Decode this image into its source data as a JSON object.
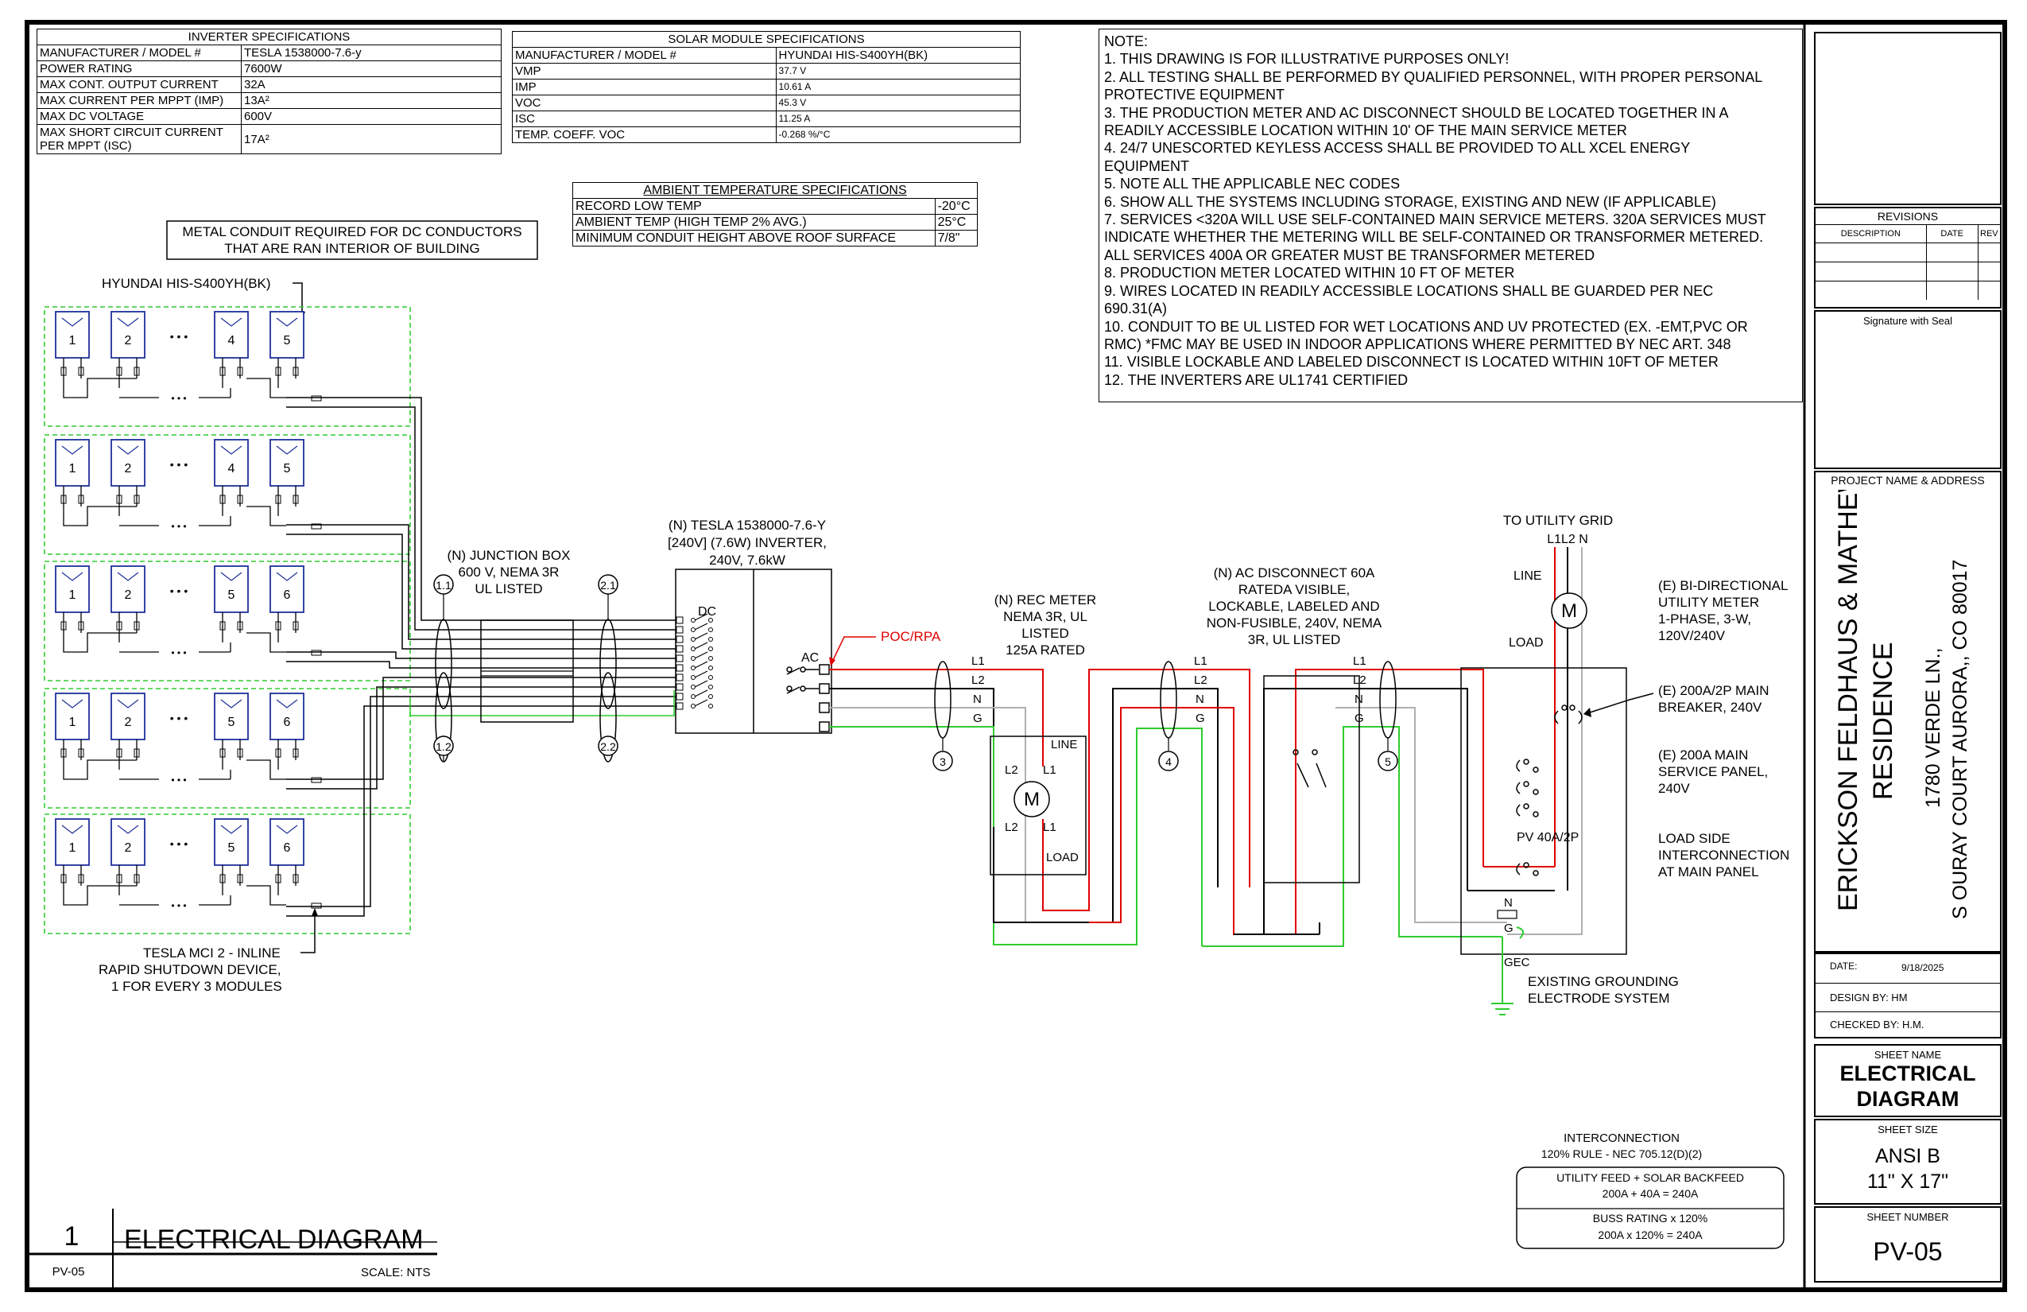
{
  "inverter_specs": {
    "title": "INVERTER  SPECIFICATIONS",
    "rows": [
      [
        "MANUFACTURER / MODEL #",
        "TESLA 1538000-7.6-y"
      ],
      [
        "POWER RATING",
        "7600W"
      ],
      [
        "MAX CONT. OUTPUT CURRENT",
        "32A"
      ],
      [
        "MAX CURRENT PER MPPT (IMP)",
        "13A²"
      ],
      [
        "MAX DC VOLTAGE",
        "600V"
      ],
      [
        "MAX SHORT CIRCUIT CURRENT PER MPPT (ISC)",
        "17A²"
      ]
    ]
  },
  "module_specs": {
    "title": "SOLAR MODULE SPECIFICATIONS",
    "rows": [
      [
        "MANUFACTURER / MODEL #",
        "HYUNDAI HIS-S400YH(BK)"
      ],
      [
        "VMP",
        "37.7 V"
      ],
      [
        "IMP",
        "10.61 A"
      ],
      [
        "VOC",
        "45.3 V"
      ],
      [
        "ISC",
        "11.25 A"
      ],
      [
        "TEMP. COEFF. VOC",
        "-0.268 %/°C"
      ]
    ]
  },
  "ambient_specs": {
    "title": "AMBIENT TEMPERATURE SPECIFICATIONS",
    "rows": [
      [
        "RECORD LOW TEMP",
        "-20°C"
      ],
      [
        "AMBIENT TEMP (HIGH TEMP 2% AVG.)",
        "25°C"
      ],
      [
        "MINIMUM CONDUIT HEIGHT ABOVE ROOF SURFACE",
        "7/8\""
      ]
    ]
  },
  "notes": {
    "title": "NOTE:",
    "lines": [
      "1. THIS DRAWING IS FOR ILLUSTRATIVE PURPOSES ONLY!",
      "2. ALL TESTING SHALL BE PERFORMED BY QUALIFIED PERSONNEL, WITH PROPER PERSONAL",
      "PROTECTIVE EQUIPMENT",
      "3. THE PRODUCTION METER AND AC DISCONNECT SHOULD BE LOCATED TOGETHER IN A",
      "READILY ACCESSIBLE LOCATION WITHIN 10' OF THE MAIN SERVICE METER",
      "4. 24/7 UNESCORTED KEYLESS ACCESS SHALL BE PROVIDED TO ALL XCEL ENERGY",
      "EQUIPMENT",
      "5. NOTE ALL THE APPLICABLE NEC CODES",
      "6. SHOW ALL THE SYSTEMS INCLUDING STORAGE, EXISTING AND NEW (IF APPLICABLE)",
      "7. SERVICES <320A WILL USE SELF-CONTAINED MAIN SERVICE METERS. 320A SERVICES MUST",
      "INDICATE WHETHER THE METERING WILL BE SELF-CONTAINED OR TRANSFORMER METERED.",
      "ALL SERVICES 400A OR GREATER MUST BE TRANSFORMER METERED",
      "8. PRODUCTION METER LOCATED WITHIN 10 FT OF METER",
      "9. WIRES LOCATED IN READILY ACCESSIBLE LOCATIONS SHALL BE GUARDED PER NEC",
      "690.31(A)",
      "10. CONDUIT TO BE UL LISTED FOR WET LOCATIONS AND UV PROTECTED (EX. -EMT,PVC OR",
      "RMC) *FMC MAY BE USED IN INDOOR APPLICATIONS WHERE PERMITTED BY NEC ART. 348",
      "11. VISIBLE LOCKABLE AND LABELED DISCONNECT IS LOCATED WITHIN 10FT OF METER",
      "12. THE INVERTERS ARE UL1741 CERTIFIED"
    ]
  },
  "labels": {
    "metal_conduit": [
      "METAL CONDUIT REQUIRED FOR DC CONDUCTORS",
      "THAT ARE RAN INTERIOR OF BUILDING"
    ],
    "module_model": "HYUNDAI HIS-S400YH(BK)",
    "rsd": [
      "TESLA MCI 2 - INLINE",
      "RAPID SHUTDOWN DEVICE,",
      "1 FOR EVERY 3 MODULES"
    ],
    "junction_box": [
      "(N) JUNCTION BOX",
      "600 V, NEMA 3R",
      "UL LISTED"
    ],
    "inverter": [
      "(N) TESLA 1538000-7.6-Y",
      "[240V] (7.6W) INVERTER,",
      "240V, 7.6kW"
    ],
    "poc": "POC/RPA",
    "rec_meter": [
      "(N) REC METER",
      "NEMA 3R, UL",
      "LISTED",
      "125A RATED"
    ],
    "ac_disconnect": [
      "(N) AC DISCONNECT 60A",
      "RATEDA VISIBLE,",
      "LOCKABLE, LABELED AND",
      "NON-FUSIBLE, 240V, NEMA",
      "3R, UL LISTED"
    ],
    "utility_grid": "TO UTILITY GRID",
    "utility_lines": "L1L2 N",
    "line": "LINE",
    "load": "LOAD",
    "utility_meter": [
      "(E) BI-DIRECTIONAL",
      "UTILITY METER",
      "1-PHASE, 3-W,",
      "120V/240V"
    ],
    "main_breaker": [
      "(E) 200A/2P MAIN",
      "BREAKER, 240V"
    ],
    "main_panel": [
      "(E) 200A MAIN",
      "SERVICE PANEL,",
      "240V"
    ],
    "load_side": [
      "LOAD SIDE",
      "INTERCONNECTION",
      "AT MAIN PANEL"
    ],
    "pv_breaker": "PV 40A/2P",
    "grounding": [
      "EXISTING GROUNDING",
      "ELECTRODE SYSTEM"
    ],
    "gec": "GEC",
    "n": "N",
    "g": "G",
    "dc": "DC",
    "ac": "AC",
    "l1": "L1",
    "l2": "L2",
    "meter_symbol": "M",
    "dots": "• • •",
    "tags": {
      "t11": "1.1",
      "t12": "1.2",
      "t21": "2.1",
      "t22": "2.2",
      "t3": "3",
      "t4": "4",
      "t5": "5"
    }
  },
  "strings": [
    [
      "1",
      "2",
      "4",
      "5"
    ],
    [
      "1",
      "2",
      "4",
      "5"
    ],
    [
      "1",
      "2",
      "5",
      "6"
    ],
    [
      "1",
      "2",
      "5",
      "6"
    ],
    [
      "1",
      "2",
      "5",
      "6"
    ]
  ],
  "interconnection": {
    "title": [
      "INTERCONNECTION",
      "120% RULE - NEC 705.12(D)(2)"
    ],
    "box1": [
      "UTILITY FEED + SOLAR BACKFEED",
      "200A + 40A = 240A"
    ],
    "box2": [
      "BUSS RATING x 120%",
      "200A x 120% = 240A"
    ]
  },
  "footer": {
    "number": "1",
    "title": "ELECTRICAL DIAGRAM",
    "sheet": "PV-05",
    "scale": "SCALE:  NTS"
  },
  "title_block": {
    "revisions": "REVISIONS",
    "rev_cols": [
      "DESCRIPTION",
      "DATE",
      "REV"
    ],
    "signature": "Signature with Seal",
    "project_label": "PROJECT NAME & ADDRESS",
    "project_name": [
      "ERICKSON FELDHAUS & MATHEW",
      "RESIDENCE"
    ],
    "address": [
      "1780 VERDE LN.,",
      "S OURAY COURT AURORA,, CO  80017"
    ],
    "date_label": "DATE:",
    "date": "9/18/2025",
    "design": "DESIGN BY: HM",
    "checked": "CHECKED BY: H.M.",
    "sheet_name_label": "SHEET NAME",
    "sheet_name": [
      "ELECTRICAL",
      "DIAGRAM"
    ],
    "sheet_size_label": "SHEET SIZE",
    "sheet_size": [
      "ANSI B",
      "11\" X 17\""
    ],
    "sheet_number_label": "SHEET NUMBER",
    "sheet_number": "PV-05"
  },
  "colors": {
    "line": "#000000",
    "red": "#e00000",
    "green": "#2ecc2e",
    "grey": "#b0b0b0",
    "panel_blue": "#1f2f9a"
  }
}
